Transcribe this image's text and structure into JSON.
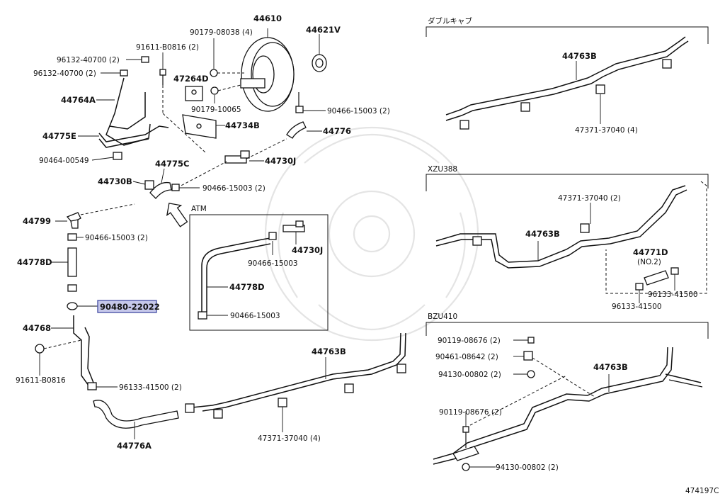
{
  "diagram": {
    "highlighted_part": "90480-22022",
    "drawing_code": "474197C",
    "sections": {
      "double_cab": "ダブルキャブ",
      "xzu": "XZU388",
      "bzu": "BZU410",
      "atm": "ATM"
    },
    "labels": {
      "p44610": "44610",
      "p44621V": "44621V",
      "p90179_08038": "90179-08038 (4)",
      "p91611_B0816_2": "91611-B0816 (2)",
      "p96132_a": "96132-40700 (2)",
      "p96132_b": "96132-40700 (2)",
      "p47264D": "47264D",
      "p90179_10065": "90179-10065",
      "p90466_top": "90466-15003 (2)",
      "p44764A": "44764A",
      "p44734B": "44734B",
      "p44776": "44776",
      "p44775E": "44775E",
      "p90464": "90464-00549",
      "p44730J": "44730J",
      "p44775C": "44775C",
      "p44730B": "44730B",
      "p90466_mid": "90466-15003 (2)",
      "p44799": "44799",
      "p90466_left": "90466-15003 (2)",
      "p44778D": "44778D",
      "p90480": "90480-22022",
      "p44768": "44768",
      "p91611_B0816": "91611-B0816",
      "p96133_2": "96133-41500 (2)",
      "p44776A": "44776A",
      "p44763B_main": "44763B",
      "p47371_4_bottom": "47371-37040 (4)",
      "atm_44730J": "44730J",
      "atm_90466_a": "90466-15003",
      "atm_44778D": "44778D",
      "atm_90466_b": "90466-15003",
      "dc_44763B": "44763B",
      "dc_47371": "47371-37040 (4)",
      "x_47371": "47371-37040 (2)",
      "x_44763B": "44763B",
      "x_44771D": "44771D",
      "x_no2": "(NO.2)",
      "x_96133_a": "96133-41500",
      "x_96133_b": "96133-41500",
      "b_90119_a": "90119-08676 (2)",
      "b_90461": "90461-08642 (2)",
      "b_94130_a": "94130-00802 (2)",
      "b_44763B": "44763B",
      "b_90119_b": "90119-08676 (2)",
      "b_94130_b": "94130-00802 (2)"
    }
  }
}
